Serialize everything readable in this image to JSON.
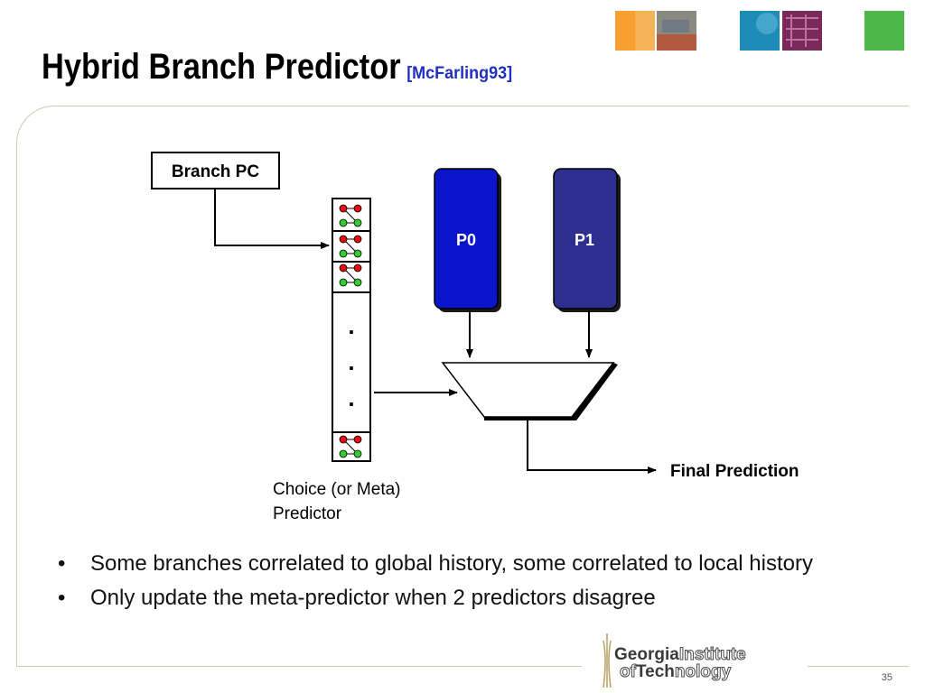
{
  "slide": {
    "title": "Hybrid Branch Predictor",
    "citation": "[McFarling93]",
    "page_number": "35"
  },
  "diagram": {
    "branch_pc_label": "Branch PC",
    "predictor_0": "P0",
    "predictor_1": "P1",
    "ellipsis": [
      ".",
      ".",
      "."
    ],
    "choice_label_line1": "Choice (or Meta)",
    "choice_label_line2": "Predictor",
    "output_label": "Final Prediction"
  },
  "bullets": [
    "Some branches correlated to global history, some correlated to local history",
    "Only update the meta-predictor when 2 predictors disagree"
  ],
  "logo": {
    "word1_bold": "Georgia",
    "word1_outline": "Institute",
    "word2_prefix": "of",
    "word2_bold": "Tech",
    "word2_outline": "nology"
  },
  "colors": {
    "p0_fill": "#0a14c8",
    "p1_fill": "#2e2e8f",
    "citation": "#1f2fbf",
    "counter_red": "#e01010",
    "counter_green": "#2fcf2f"
  }
}
